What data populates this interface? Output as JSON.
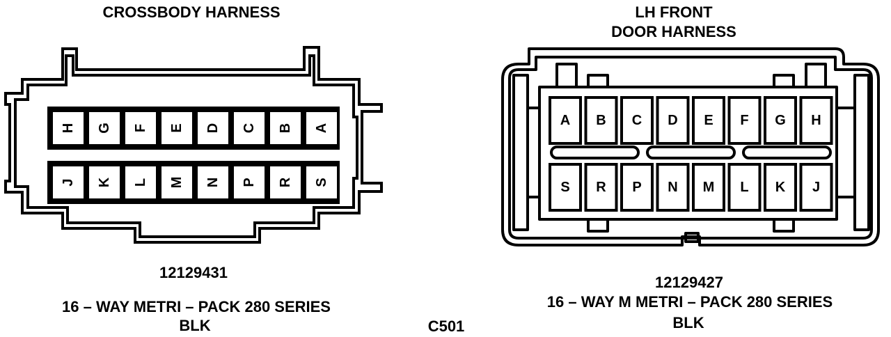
{
  "left_connector": {
    "title": "CROSSBODY HARNESS",
    "part_number": "12129431",
    "description": "16 – WAY METRI – PACK 280 SERIES",
    "color": "BLK",
    "pins_top": [
      "H",
      "G",
      "F",
      "E",
      "D",
      "C",
      "B",
      "A"
    ],
    "pins_bottom": [
      "J",
      "K",
      "L",
      "M",
      "N",
      "P",
      "R",
      "S"
    ]
  },
  "right_connector": {
    "title_line1": "LH FRONT",
    "title_line2": "DOOR HARNESS",
    "part_number": "12129427",
    "description": "16 – WAY M METRI – PACK 280 SERIES",
    "color": "BLK",
    "pins_top": [
      "A",
      "B",
      "C",
      "D",
      "E",
      "F",
      "G",
      "H"
    ],
    "pins_bottom": [
      "S",
      "R",
      "P",
      "N",
      "M",
      "L",
      "K",
      "J"
    ]
  },
  "connector_id": "C501"
}
